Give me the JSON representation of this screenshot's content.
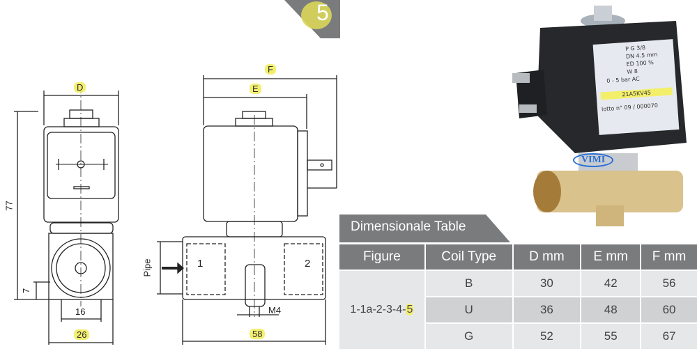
{
  "page_badge": {
    "number": "5"
  },
  "front_view": {
    "labels": {
      "width_top": "D",
      "height": "77",
      "bottom_offset": "7",
      "inner_width": "16",
      "outer_width": "26"
    }
  },
  "side_view": {
    "labels": {
      "F": "F",
      "E": "E",
      "pipe": "Pipe",
      "port_in": "1",
      "port_out": "2",
      "thread": "M4",
      "length": "58"
    }
  },
  "product_photo": {
    "label_lines": [
      "P  G 3/8",
      "DN  4.5  mm",
      "ED 100 %",
      "W  8",
      "0 - 5 bar AC"
    ],
    "model_code": "21A5KV45",
    "lot_line": "lotto n° 09 / 000070",
    "watermark": "VIMI"
  },
  "table": {
    "title": "Dimensionale Table",
    "headers": [
      "Figure",
      "Coil Type",
      "D mm",
      "E mm",
      "F mm"
    ],
    "figure_label": "1-1a-2-3-4-",
    "figure_highlight": "5",
    "rows": [
      {
        "coil": "B",
        "d": "30",
        "e": "42",
        "f": "56"
      },
      {
        "coil": "U",
        "d": "36",
        "e": "48",
        "f": "60"
      },
      {
        "coil": "G",
        "d": "52",
        "e": "55",
        "f": "67"
      }
    ]
  },
  "colors": {
    "header_gray": "#7a7b7d",
    "cell_light": "#e6e7e8",
    "cell_mid": "#d0d1d3",
    "highlight": "#f3ef6a"
  }
}
